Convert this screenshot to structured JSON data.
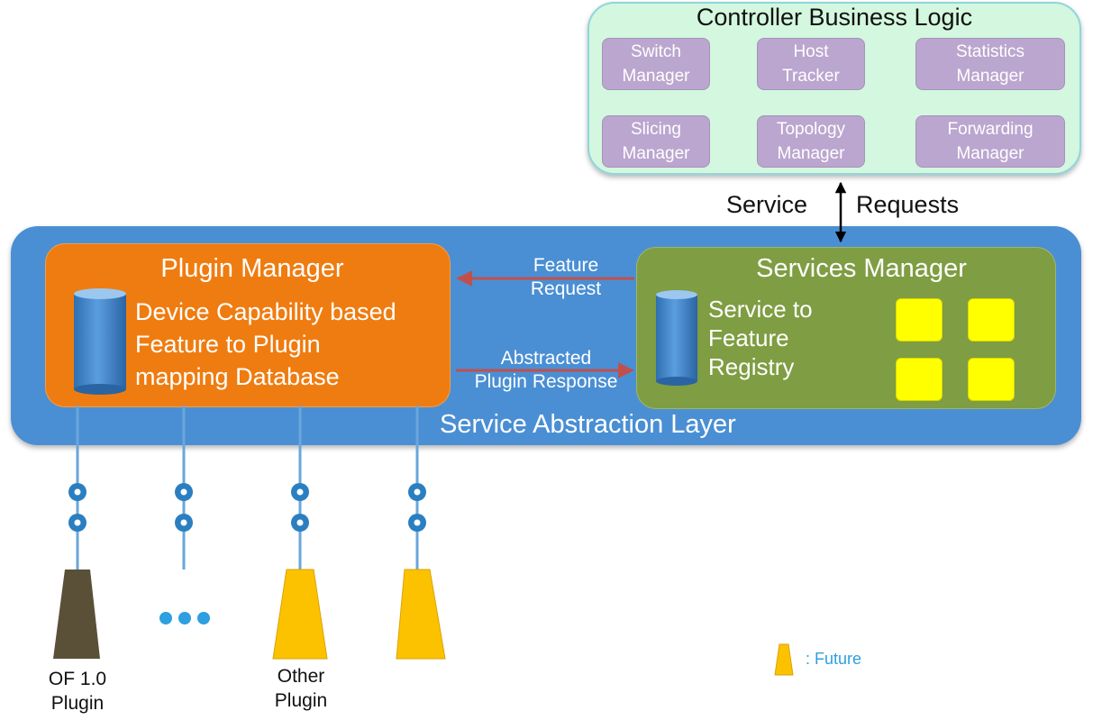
{
  "controller": {
    "title": "Controller Business Logic",
    "modules": [
      {
        "line1": "Switch",
        "line2": "Manager"
      },
      {
        "line1": "Host",
        "line2": "Tracker"
      },
      {
        "line1": "Statistics",
        "line2": "Manager"
      },
      {
        "line1": "Slicing",
        "line2": "Manager"
      },
      {
        "line1": "Topology",
        "line2": "Manager"
      },
      {
        "line1": "Forwarding",
        "line2": "Manager"
      }
    ]
  },
  "service_requests": {
    "left": "Service",
    "right": "Requests"
  },
  "sal": {
    "label": "Service Abstraction Layer"
  },
  "plugin_manager": {
    "title": "Plugin Manager",
    "desc": [
      "Device Capability based",
      "Feature to Plugin",
      "mapping Database"
    ]
  },
  "services_manager": {
    "title": "Services Manager",
    "desc": [
      "Service to",
      "Feature",
      "Registry"
    ]
  },
  "arrows": {
    "feature_request": [
      "Feature",
      "Request"
    ],
    "abstracted_response": [
      "Abstracted",
      "Plugin Response"
    ]
  },
  "plugins": {
    "of10": [
      "OF 1.0",
      "Plugin"
    ],
    "other": [
      "Other",
      "Plugin"
    ]
  },
  "legend": {
    "text": ": Future"
  },
  "colors": {
    "controller_bg": "#d4f7df",
    "module_bg": "#bba6cf",
    "sal_bg": "#4a8fd4",
    "plugin_manager_bg": "#ef7c10",
    "services_manager_bg": "#7f9d42",
    "service_box": "#ffff00",
    "future_plugin": "#fcc200",
    "of_plugin": "#5a5038",
    "arrow_red": "#c0504d",
    "connector_blue": "#2a7fc1"
  }
}
